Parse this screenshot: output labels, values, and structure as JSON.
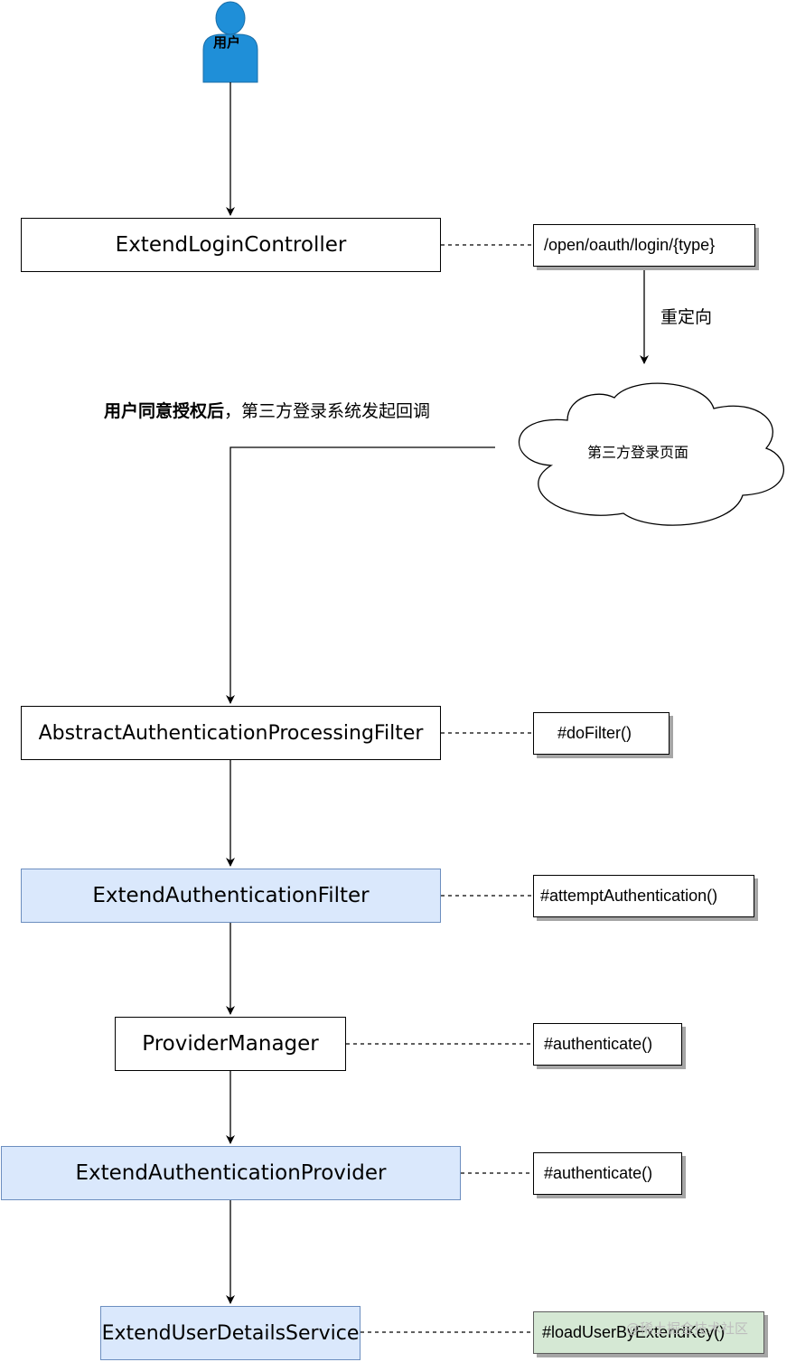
{
  "actor": {
    "label": "用户",
    "color": "#1f8fd8"
  },
  "flow": [
    {
      "label": "ExtendLoginController",
      "method": "/open/oauth/login/{type}"
    },
    {
      "label": "AbstractAuthenticationProcessingFilter",
      "method": "#doFilter()"
    },
    {
      "label": "ExtendAuthenticationFilter",
      "method": "#attemptAuthentication()"
    },
    {
      "label": "ProviderManager",
      "method": "#authenticate()"
    },
    {
      "label": "ExtendAuthenticationProvider",
      "method": "#authenticate()"
    },
    {
      "label": "ExtendUserDetailsService",
      "method": "#loadUserByExtendKey()"
    }
  ],
  "redirect_label": "重定向",
  "cloud_label": "第三方登录页面",
  "callback_label_bold": "用户同意授权后",
  "callback_label_rest": "，第三方登录系统发起回调",
  "watermark": "@稀土掘金技术社区",
  "colors": {
    "highlight_fill": "#dae8fc",
    "highlight_border": "#6c8ebf",
    "final_method_fill": "#d5e8d4"
  }
}
